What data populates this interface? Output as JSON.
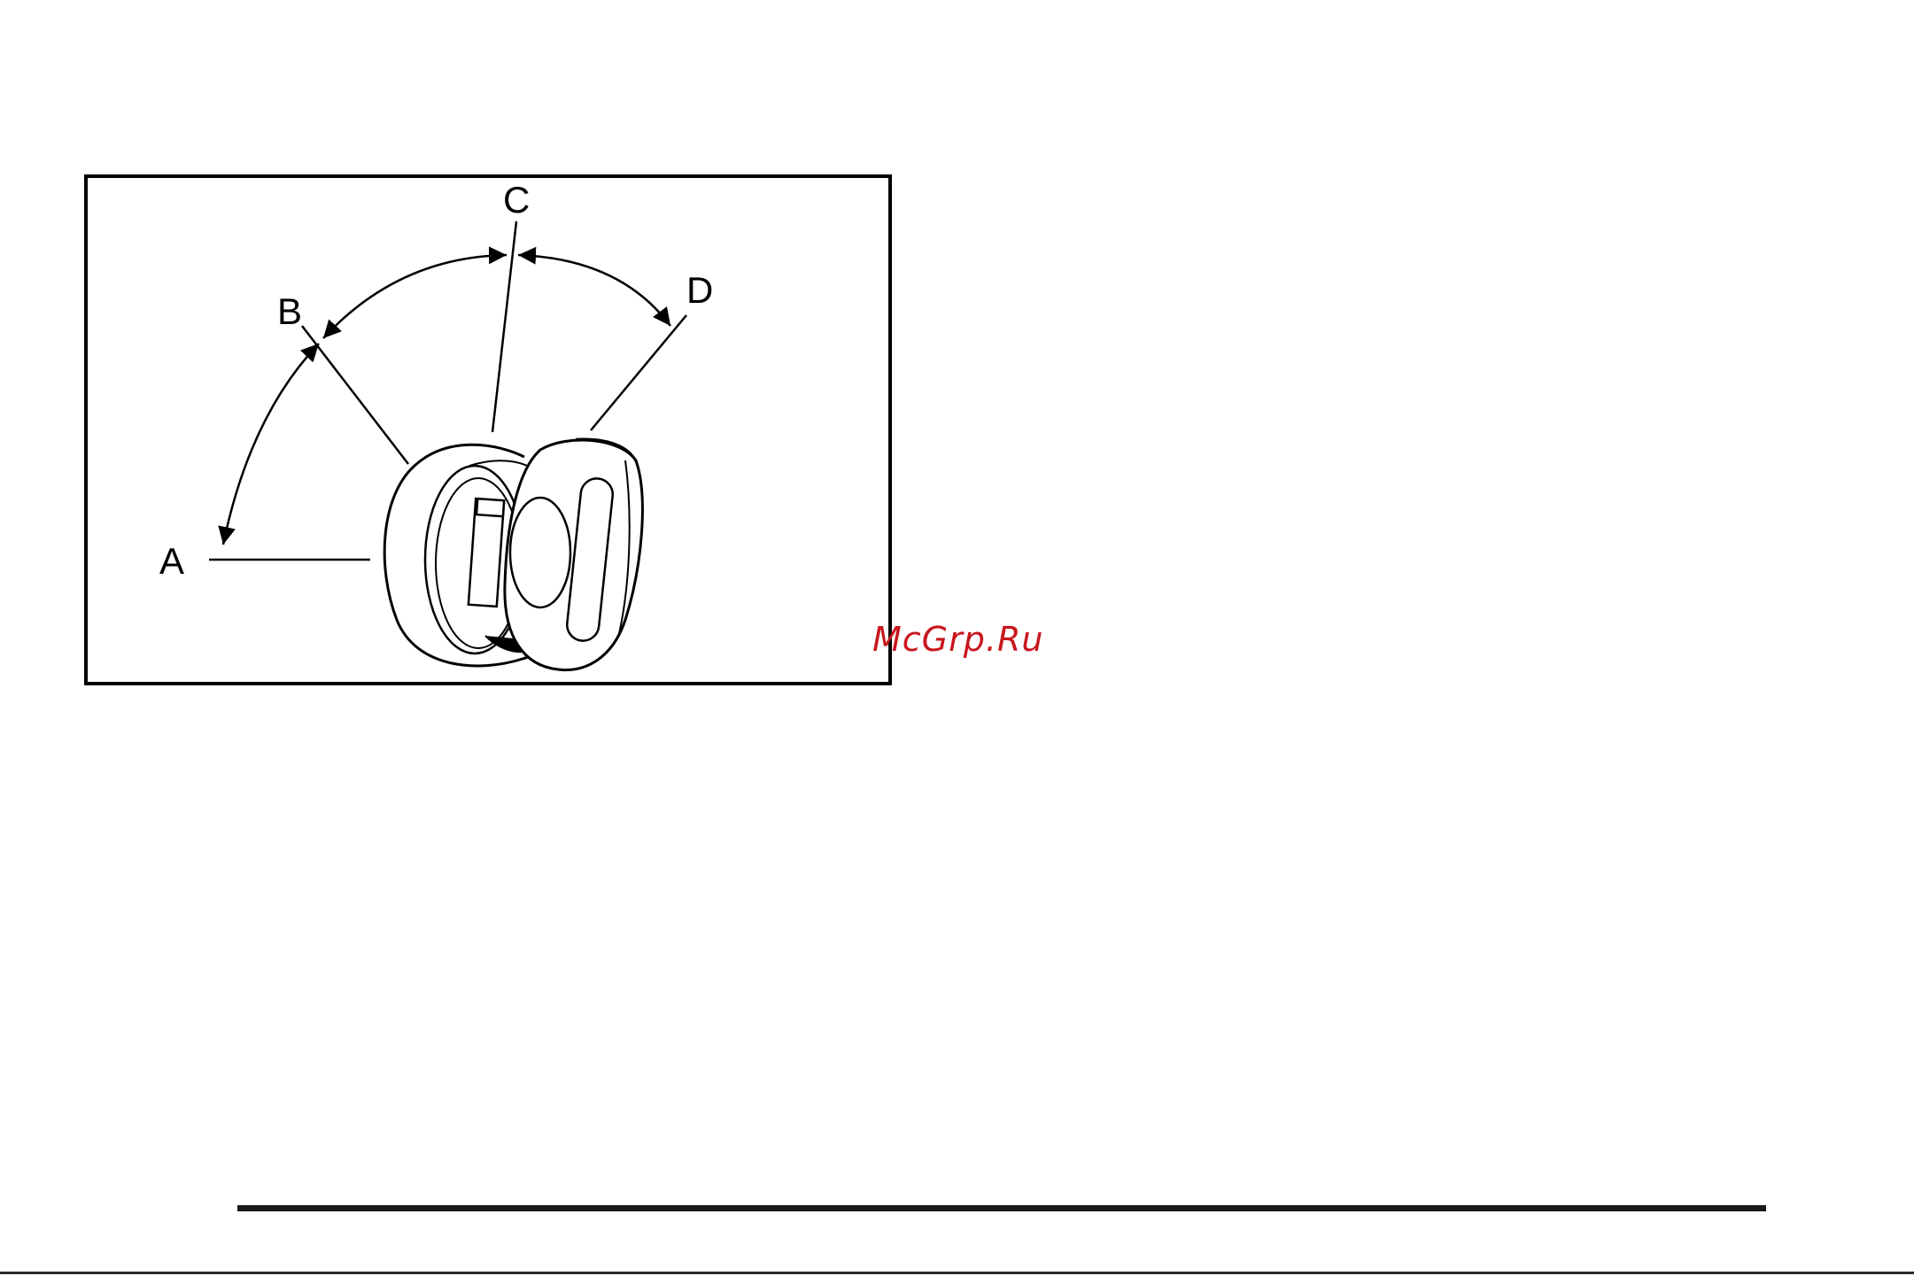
{
  "figure": {
    "labels": {
      "a": "A",
      "b": "B",
      "c": "C",
      "d": "D"
    },
    "stroke_color": "#000000"
  },
  "watermark": {
    "text": "McGrp.Ru",
    "color": "#c8161d"
  },
  "footer": {
    "rule_color": "#1a1a1a"
  }
}
